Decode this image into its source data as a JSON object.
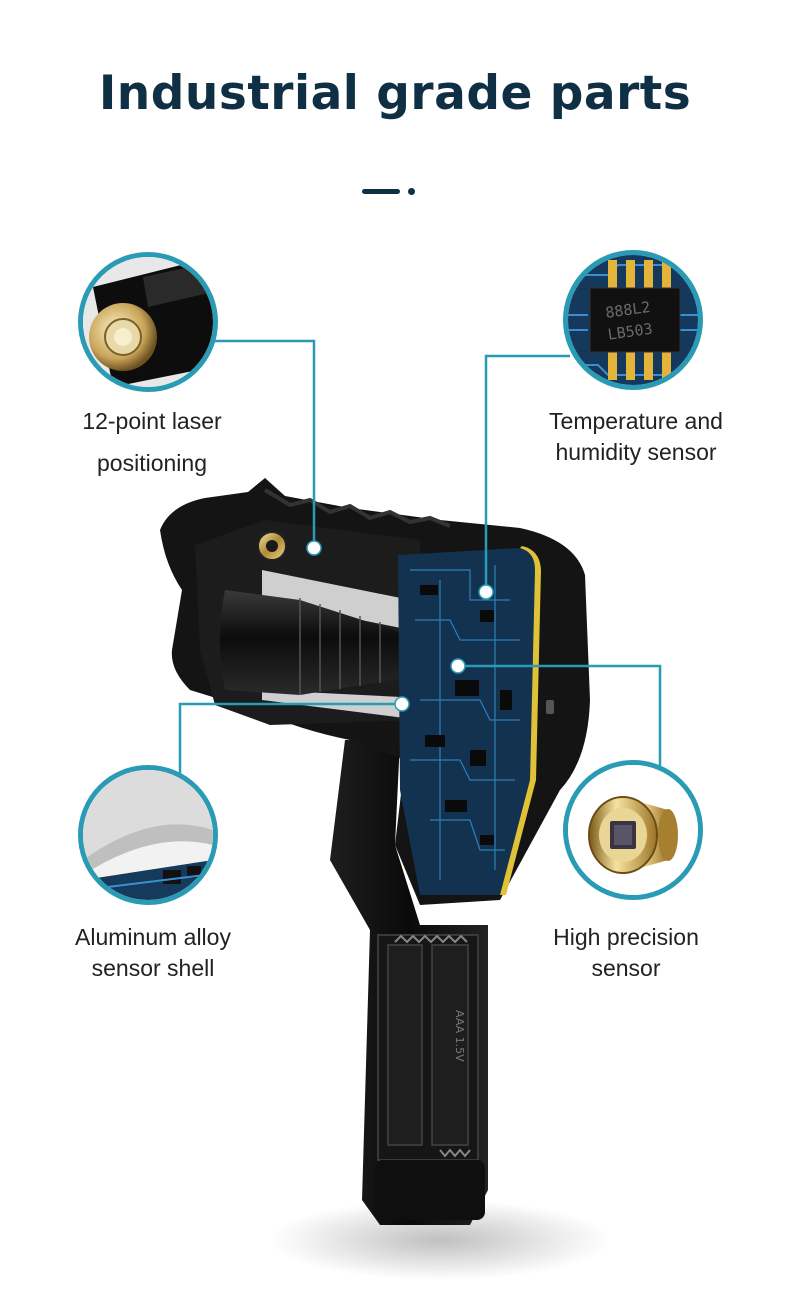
{
  "header": {
    "title": "Industrial grade parts"
  },
  "callouts": {
    "laser": {
      "line1": "12-point laser",
      "line2": "positioning"
    },
    "temp": {
      "line1": "Temperature and",
      "line2": "humidity sensor"
    },
    "shell": {
      "line1": "Aluminum alloy",
      "line2": "sensor shell"
    },
    "sensor": {
      "line1": "High precision",
      "line2": "sensor"
    }
  },
  "chip_marking": {
    "line1": "888L2",
    "line2": "LB503"
  },
  "battery_marking": "AAA 1.5V",
  "colors": {
    "accent": "#2a9bb4",
    "title": "#0f2f44",
    "body": "#1b1b1b",
    "pcb": "#12324f"
  }
}
